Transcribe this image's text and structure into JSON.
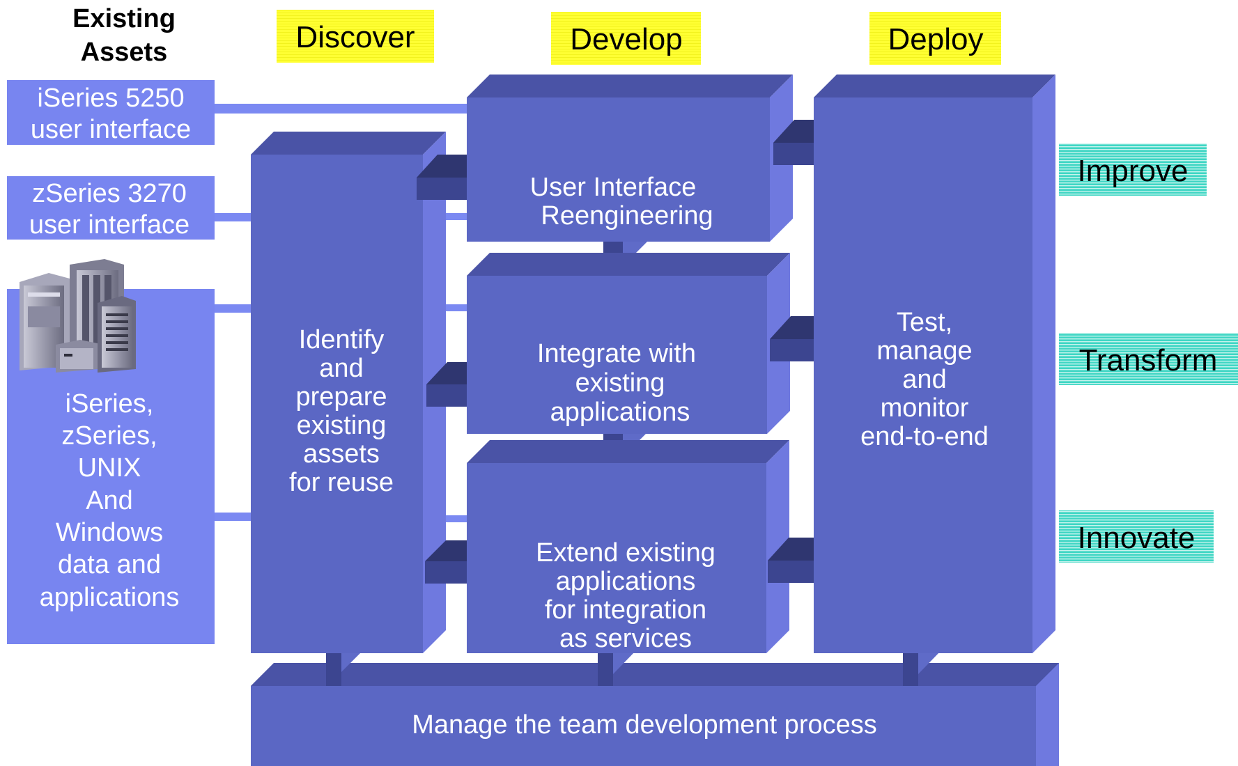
{
  "headers": {
    "existing_assets": [
      "Existing",
      "Assets"
    ],
    "discover": "Discover",
    "develop": "Develop",
    "deploy": "Deploy"
  },
  "assets": {
    "iseries_5250": [
      "iSeries 5250",
      "user interface"
    ],
    "zseries_3270": [
      "zSeries 3270",
      "user interface"
    ],
    "platforms": [
      "iSeries,",
      "zSeries,",
      "UNIX",
      "And",
      "Windows",
      "data and",
      "applications"
    ]
  },
  "blocks": {
    "identify": [
      "Identify",
      "and",
      "prepare",
      "existing",
      "assets",
      "for reuse"
    ],
    "ui_reengineering": [
      "User Interface",
      "Reengineering"
    ],
    "integrate": [
      "Integrate with",
      "existing",
      "applications"
    ],
    "extend": [
      "Extend existing",
      "applications",
      "for integration",
      "as services"
    ],
    "test": [
      "Test,",
      "manage",
      "and",
      "monitor",
      "end-to-end"
    ],
    "manage": "Manage the team development process"
  },
  "outcomes": {
    "improve": "Improve",
    "transform": "Transform",
    "innovate": "Innovate"
  },
  "colors": {
    "front": "#5b67c4",
    "top": "#4a53a6",
    "side": "#6f79df",
    "asset_box": "#7885f0",
    "connector": "#7b89f2",
    "link_dark": "#3c4590",
    "header_highlight": "#ffff33",
    "outcome_highlight": "#33ccbb"
  },
  "icons": {
    "servers": "server-cluster-image"
  }
}
